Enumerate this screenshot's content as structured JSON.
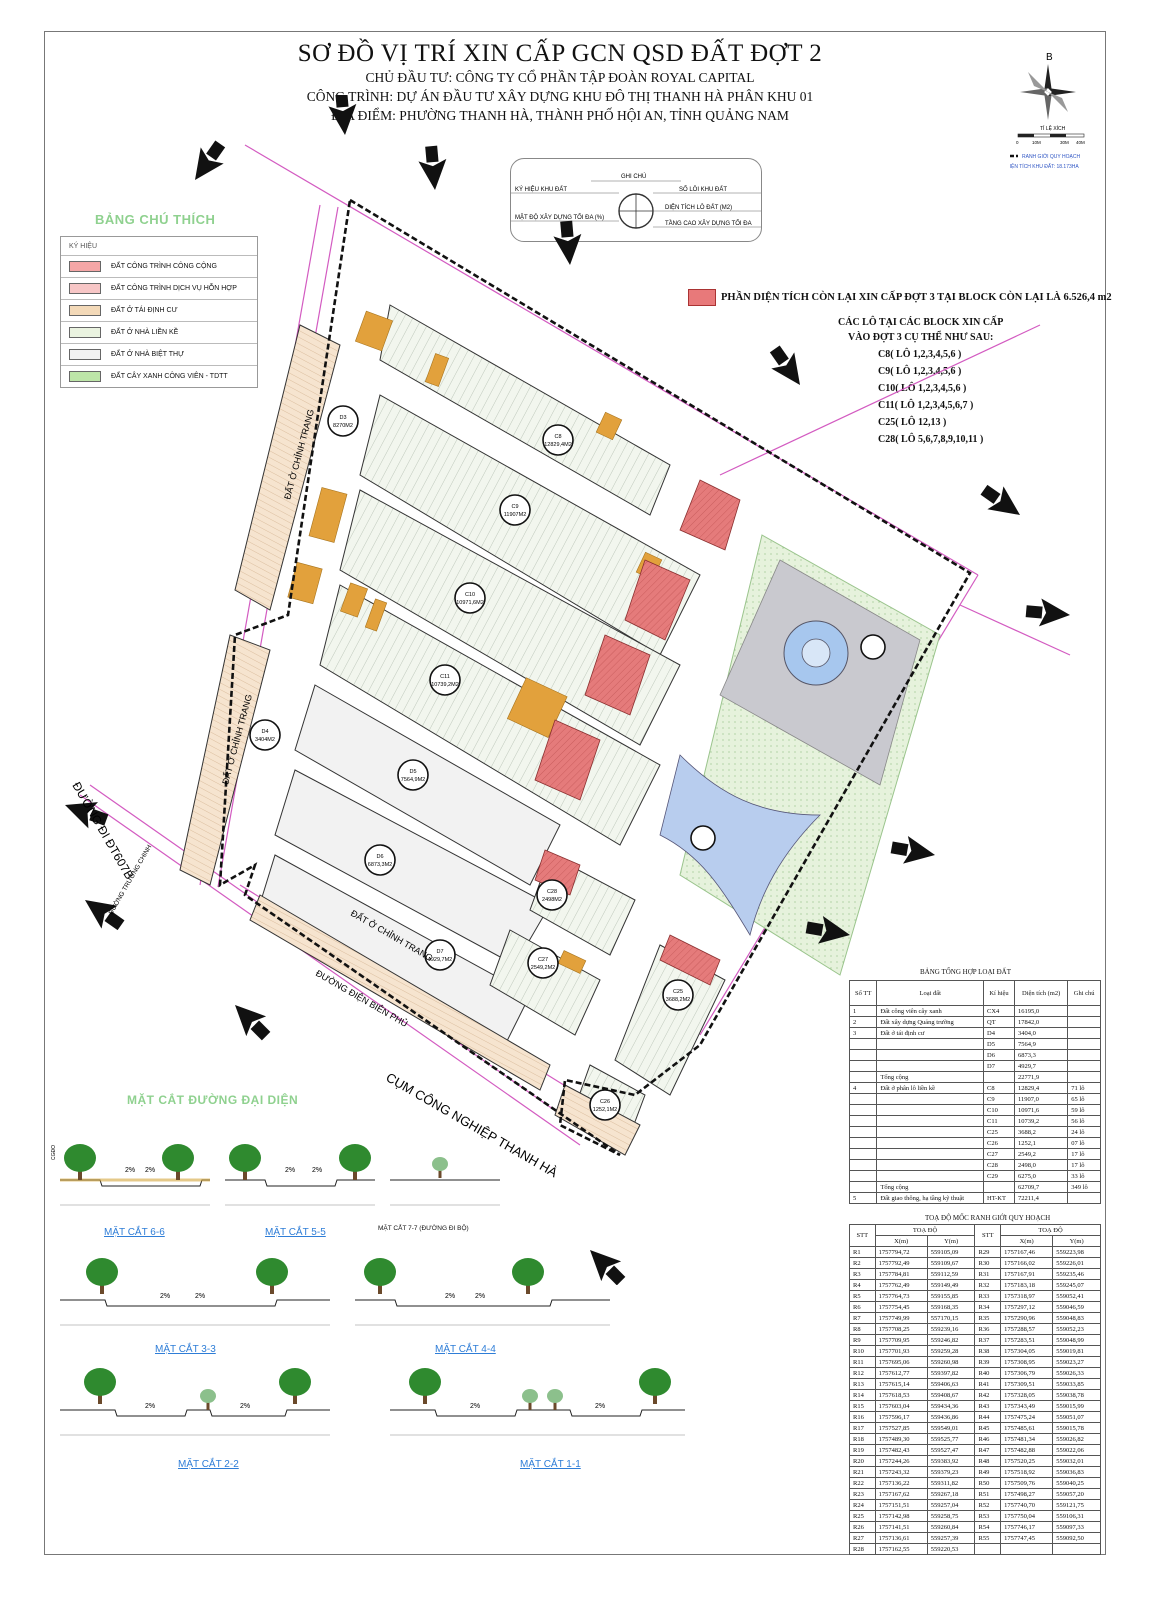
{
  "title": {
    "main": "SƠ ĐỒ VỊ TRÍ XIN CẤP GCN QSD ĐẤT ĐỢT 2",
    "investor": "CHỦ ĐẦU TƯ: CÔNG TY CỔ PHẦN TẬP ĐOÀN ROYAL CAPITAL",
    "project": "CÔNG TRÌNH: DỰ ÁN ĐẦU TƯ XÂY DỰNG KHU ĐÔ THỊ THANH HÀ PHÂN KHU 01",
    "location": "ĐỊA ĐIỂM: PHƯỜNG THANH HÀ, THÀNH PHỐ HỘI AN, TỈNH QUẢNG NAM"
  },
  "compass": {
    "north": "B",
    "scale_label": "TỈ LỆ XÍCH",
    "scale_ticks": [
      "0",
      "10M",
      "30M",
      "40M"
    ],
    "boundary_label": "RANH GIỚI QUY HOẠCH",
    "area_label": "DIỆN TÍCH KHU ĐẤT: 18.173HA"
  },
  "note_box": {
    "header": "GHI CHÚ",
    "left1": "KÝ HIỆU KHU ĐẤT",
    "left2": "MẬT ĐỘ XÂY DỰNG TỐI ĐA (%)",
    "right1": "SỐ LÔI KHU ĐẤT",
    "right2": "DIỆN TÍCH LÔ ĐẤT (M2)",
    "right3": "TẦNG CAO XÂY DỰNG TỐI ĐA"
  },
  "legend": {
    "title": "BẢNG CHÚ THÍCH",
    "header": "KÝ HIỆU",
    "items": [
      {
        "label": "ĐẤT CÔNG TRÌNH CÔNG CỘNG",
        "color": "#f4a6a6"
      },
      {
        "label": "ĐẤT CÔNG TRÌNH DỊCH VỤ HỖN HỢP",
        "color": "#f7c6c6"
      },
      {
        "label": "ĐẤT Ở TÁI ĐỊNH CƯ",
        "color": "#f3d9b8"
      },
      {
        "label": "ĐẤT Ở NHÀ LIỀN KỀ",
        "color": "#eaf3e0"
      },
      {
        "label": "ĐẤT Ở NHÀ BIỆT THỰ",
        "color": "#f2f2f2"
      },
      {
        "label": "ĐẤT CÂY XANH CÔNG VIÊN - TDTT",
        "color": "#bde5a8"
      }
    ]
  },
  "red_legend": "PHẦN DIỆN TÍCH CÒN LẠI XIN CẤP ĐỢT 3 TẠI BLOCK CÒN LẠI LÀ   6.526,4  m2",
  "lots": {
    "header1": "CÁC LÔ TẠI CÁC BLOCK XIN CẤP",
    "header2": "VÀO ĐỢT 3 CỤ THỂ NHƯ SAU:",
    "items": [
      "C8( LÔ 1,2,3,4,5,6 )",
      "C9( LÔ 1,2,3,4,5,6 )",
      "C10( LÔ 1,2,3,4,5,6 )",
      "C11( LÔ 1,2,3,4,5,6,7 )",
      "C25( LÔ 12,13 )",
      "C28( LÔ 5,6,7,8,9,10,11 )"
    ]
  },
  "map_labels": {
    "road_dt607b": "ĐƯỜNG ĐI ĐT607B",
    "road_truong_chinh": "ĐƯỜNG TRƯỜNG CHINH",
    "road_dien_bien_phu": "ĐƯỜNG ĐIỆN BIÊN PHỦ",
    "industrial": "CỤM CÔNG NGHIỆP THANH HÀ",
    "dat_o_chinh_trang_1": "ĐẤT Ở CHỈNH TRANG",
    "dat_o_chinh_trang_2": "ĐẤT Ở CHỈNH TRANG",
    "dat_o_chinh_trang_3": "ĐẤT Ở CHỈNH TRANG",
    "parcels": [
      {
        "name": "C8",
        "area": "12829,4M2"
      },
      {
        "name": "C9",
        "area": "11907M2"
      },
      {
        "name": "C10",
        "area": "10971,6M2"
      },
      {
        "name": "C11",
        "area": "10739,2M2"
      },
      {
        "name": "D5",
        "area": "7564,9M2"
      },
      {
        "name": "D6",
        "area": "6873,3M2"
      },
      {
        "name": "D7",
        "area": "4929,7M2"
      },
      {
        "name": "D4",
        "area": "3404M2"
      },
      {
        "name": "D3",
        "area": "8270M2"
      },
      {
        "name": "C28",
        "area": "2498M2"
      },
      {
        "name": "C27",
        "area": "2549,2M2"
      },
      {
        "name": "C25",
        "area": "3688,2M2"
      },
      {
        "name": "C26",
        "area": "1252,1M2"
      }
    ]
  },
  "sections": {
    "title": "MẶT CẮT ĐƯỜNG ĐẠI DIỆN",
    "labels": [
      "MẶT CẮT 6-6",
      "MẶT CẮT 5-5",
      "MẶT CẮT 3-3",
      "MẶT CẮT 4-4",
      "MẶT CẮT 2-2",
      "MẶT CẮT 1-1"
    ],
    "note77": "MẶT CẮT 7-7 (ĐƯỜNG ĐI BỘ)",
    "slope": "2%",
    "cgdo": "CGĐO"
  },
  "summary_table": {
    "title": "BẢNG TỔNG HỢP LOẠI ĐẤT",
    "headers": [
      "Số TT",
      "Loại đất",
      "Kí hiệu",
      "Diện tích (m2)",
      "Ghi chú"
    ],
    "rows": [
      [
        "1",
        "Đất công viên cây xanh",
        "CX4",
        "16195,0",
        ""
      ],
      [
        "2",
        "Đất xây dựng Quảng trường",
        "QT",
        "17842,0",
        ""
      ],
      [
        "3",
        "Đất ở tái định cư",
        "D4",
        "3404,0",
        ""
      ],
      [
        "",
        "",
        "D5",
        "7564,9",
        ""
      ],
      [
        "",
        "",
        "D6",
        "6873,3",
        ""
      ],
      [
        "",
        "",
        "D7",
        "4929,7",
        ""
      ],
      [
        "",
        "Tổng cộng",
        "",
        "22771,9",
        ""
      ],
      [
        "4",
        "Đất ở phân lô liền kề",
        "C8",
        "12829,4",
        "71 lô"
      ],
      [
        "",
        "",
        "C9",
        "11907,0",
        "65 lô"
      ],
      [
        "",
        "",
        "C10",
        "10971,6",
        "59 lô"
      ],
      [
        "",
        "",
        "C11",
        "10739,2",
        "56 lô"
      ],
      [
        "",
        "",
        "C25",
        "3688,2",
        "24 lô"
      ],
      [
        "",
        "",
        "C26",
        "1252,1",
        "07 lô"
      ],
      [
        "",
        "",
        "C27",
        "2549,2",
        "17 lô"
      ],
      [
        "",
        "",
        "C28",
        "2498,0",
        "17 lô"
      ],
      [
        "",
        "",
        "C29",
        "6275,0",
        "33 lô"
      ],
      [
        "",
        "Tổng cộng",
        "",
        "62709,7",
        "349 lô"
      ],
      [
        "5",
        "Đất giao thông, hạ tầng kỹ thuật",
        "HT-KT",
        "72211,4",
        ""
      ]
    ]
  },
  "coord_table": {
    "title": "TOẠ ĐỘ MỐC RANH GIỚI QUY HOẠCH",
    "headers": [
      "STT",
      "TOẠ ĐỘ",
      "STT",
      "TOẠ ĐỘ"
    ],
    "sub": [
      "X(m)",
      "Y(m)",
      "X(m)",
      "Y(m)"
    ],
    "rows": [
      [
        "R1",
        "1757794,72",
        "559105,09",
        "R29",
        "1757167,46",
        "559223,98"
      ],
      [
        "R2",
        "1757792,49",
        "559109,67",
        "R30",
        "1757166,02",
        "559226,01"
      ],
      [
        "R3",
        "1757784,81",
        "559112,59",
        "R31",
        "1757167,91",
        "559235,46"
      ],
      [
        "R4",
        "1757762,49",
        "559149,49",
        "R32",
        "1757183,18",
        "559245,07"
      ],
      [
        "R5",
        "1757764,73",
        "559155,85",
        "R33",
        "1757318,97",
        "559052,41"
      ],
      [
        "R6",
        "1757754,45",
        "559168,35",
        "R34",
        "1757297,12",
        "559046,59"
      ],
      [
        "R7",
        "1757749,99",
        "557170,15",
        "R35",
        "1757290,96",
        "559048,83"
      ],
      [
        "R8",
        "1757708,25",
        "559239,16",
        "R36",
        "1757288,57",
        "559052,23"
      ],
      [
        "R9",
        "1757709,95",
        "559246,82",
        "R37",
        "1757283,51",
        "559048,99"
      ],
      [
        "R10",
        "1757701,93",
        "559259,28",
        "R38",
        "1757304,05",
        "559019,81"
      ],
      [
        "R11",
        "1757695,06",
        "559260,98",
        "R39",
        "1757308,95",
        "559023,27"
      ],
      [
        "R12",
        "1757612,77",
        "559397,82",
        "R40",
        "1757306,79",
        "559026,33"
      ],
      [
        "R13",
        "1757615,14",
        "559406,63",
        "R41",
        "1757309,51",
        "559033,85"
      ],
      [
        "R14",
        "1757618,53",
        "559408,67",
        "R42",
        "1757328,05",
        "559038,78"
      ],
      [
        "R15",
        "1757603,04",
        "559434,36",
        "R43",
        "1757343,49",
        "559015,99"
      ],
      [
        "R16",
        "1757596,17",
        "559436,86",
        "R44",
        "1757475,24",
        "559051,07"
      ],
      [
        "R17",
        "1757527,85",
        "559549,01",
        "R45",
        "1757485,61",
        "559015,78"
      ],
      [
        "R18",
        "1757489,30",
        "559525,77",
        "R46",
        "1757481,34",
        "559026,82"
      ],
      [
        "R19",
        "1757482,43",
        "559527,47",
        "R47",
        "1757482,88",
        "559022,06"
      ],
      [
        "R20",
        "1757244,26",
        "559383,92",
        "R48",
        "1757520,25",
        "559032,01"
      ],
      [
        "R21",
        "1757243,32",
        "559379,23",
        "R49",
        "1757518,92",
        "559036,83"
      ],
      [
        "R22",
        "1757136,22",
        "559311,82",
        "R50",
        "1757509,76",
        "559040,25"
      ],
      [
        "R23",
        "1757167,62",
        "559267,18",
        "R51",
        "1757498,27",
        "559057,20"
      ],
      [
        "R24",
        "1757151,51",
        "559257,04",
        "R52",
        "1757740,70",
        "559121,75"
      ],
      [
        "R25",
        "1757142,98",
        "559258,75",
        "R53",
        "1757750,04",
        "559106,31"
      ],
      [
        "R26",
        "1757141,51",
        "559260,84",
        "R54",
        "1757746,17",
        "559097,33"
      ],
      [
        "R27",
        "1757136,61",
        "559257,39",
        "R55",
        "1757747,45",
        "559092,50"
      ],
      [
        "R28",
        "1757162,55",
        "559220,53",
        "",
        "",
        ""
      ]
    ]
  }
}
